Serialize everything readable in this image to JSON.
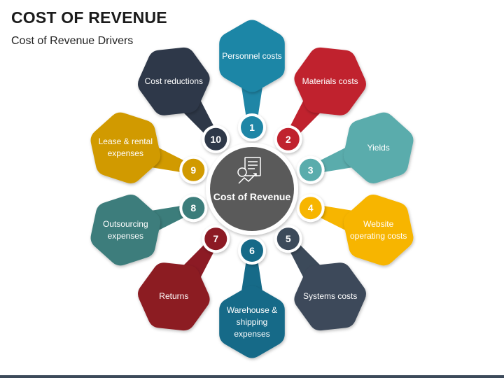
{
  "title": "COST OF REVENUE",
  "subtitle": "Cost of Revenue Drivers",
  "center": {
    "label": "Cost of Revenue",
    "icon": "cost-chart-icon",
    "color": "#5a5a5a"
  },
  "items": [
    {
      "num": "1",
      "label": "Personnel costs",
      "color": "#1f86a6"
    },
    {
      "num": "2",
      "label": "Materials costs",
      "color": "#c0222e"
    },
    {
      "num": "3",
      "label": "Yields",
      "color": "#5aacac"
    },
    {
      "num": "4",
      "label": "Website operating costs",
      "color": "#f7b500"
    },
    {
      "num": "5",
      "label": "Systems costs",
      "color": "#3c4a5a"
    },
    {
      "num": "6",
      "label": "Warehouse & shipping expenses",
      "color": "#166a88"
    },
    {
      "num": "7",
      "label": "Returns",
      "color": "#8c1a24"
    },
    {
      "num": "8",
      "label": "Outsourcing expenses",
      "color": "#3c7d7b"
    },
    {
      "num": "9",
      "label": "Lease & rental expenses",
      "color": "#d19a00"
    },
    {
      "num": "10",
      "label": "Cost reductions",
      "color": "#2e3848"
    }
  ]
}
